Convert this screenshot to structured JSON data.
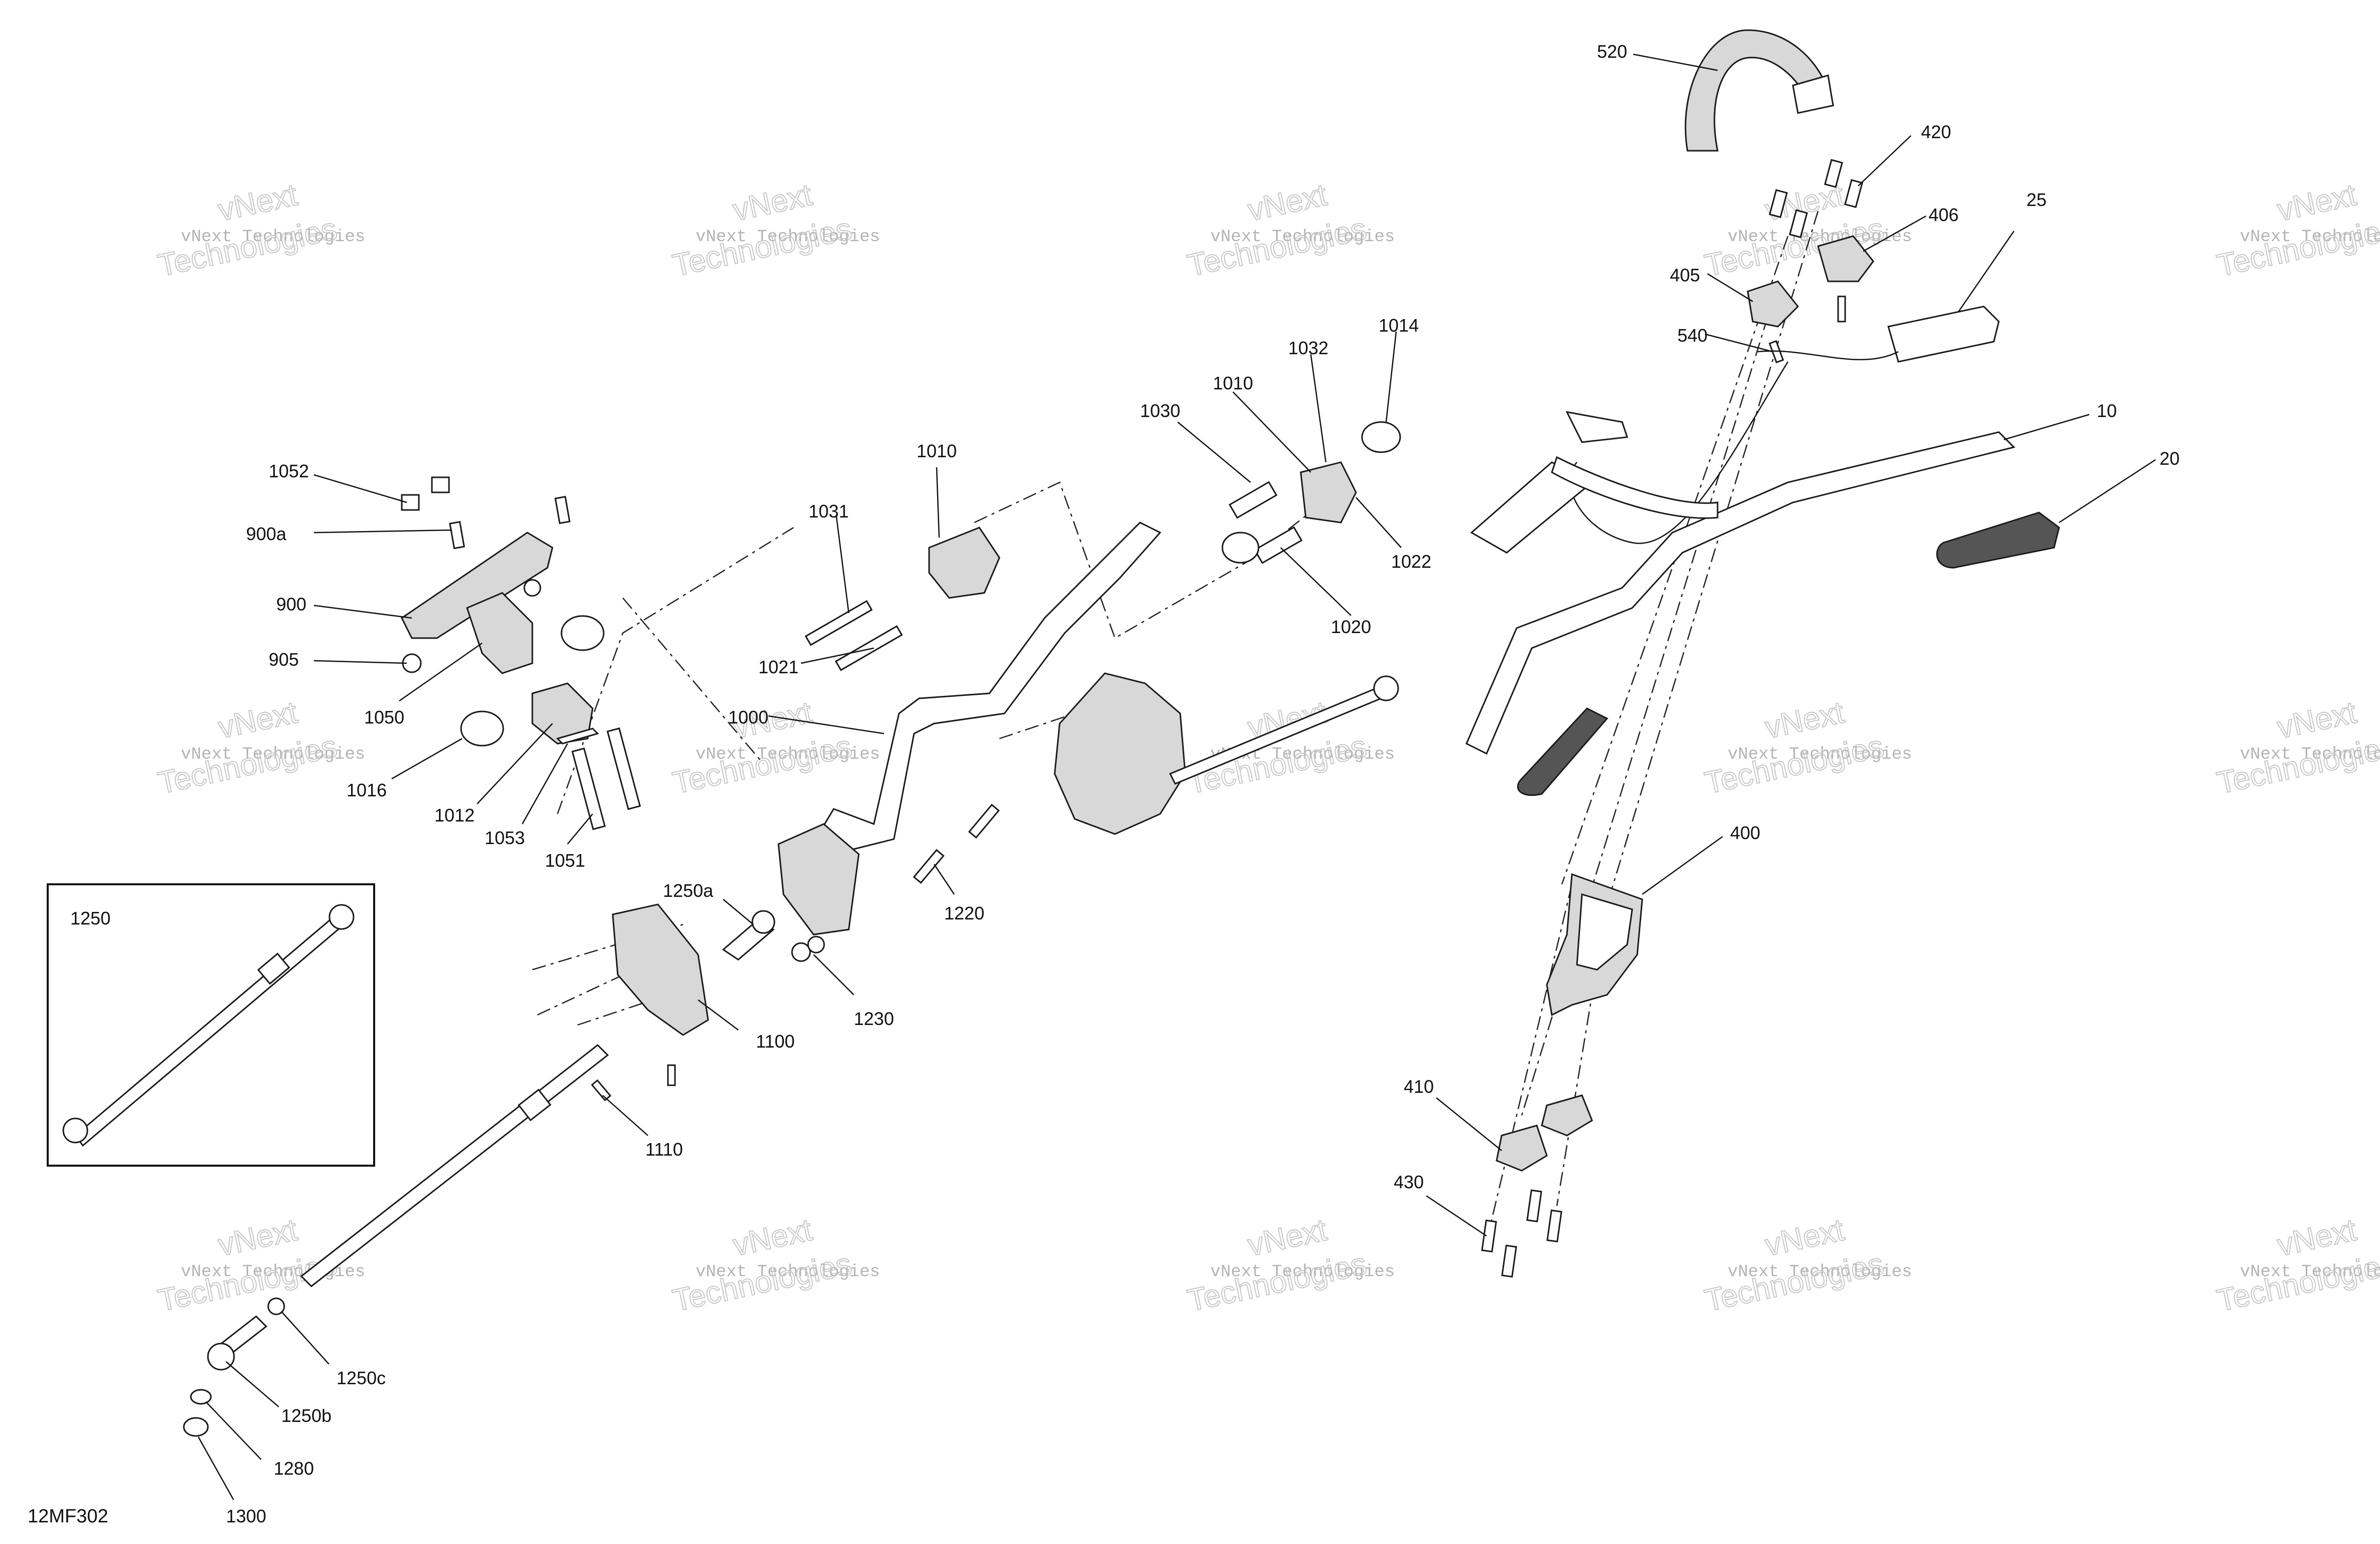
{
  "watermark": {
    "line1": "vNext",
    "line2": "vNext Technologies",
    "line3": "Technologies"
  },
  "reference_code": "12MF302",
  "inset": {
    "label": "1250"
  },
  "callouts": {
    "c520": "520",
    "c420": "420",
    "c406": "406",
    "c25": "25",
    "c405": "405",
    "c540": "540",
    "c10": "10",
    "c20": "20",
    "c1014": "1014",
    "c1032": "1032",
    "c1010a": "1010",
    "c1030": "1030",
    "c1022": "1022",
    "c1020": "1020",
    "c1010b": "1010",
    "c1031": "1031",
    "c1021": "1021",
    "c1000": "1000",
    "c1052": "1052",
    "c900a": "900a",
    "c900": "900",
    "c905": "905",
    "c1050": "1050",
    "c1016": "1016",
    "c1012": "1012",
    "c1053": "1053",
    "c1051": "1051",
    "c1250a": "1250a",
    "c1220": "1220",
    "c1230": "1230",
    "c1100": "1100",
    "c1110": "1110",
    "c400": "400",
    "c410": "410",
    "c430": "430",
    "c1250c": "1250c",
    "c1250b": "1250b",
    "c1280": "1280",
    "c1300": "1300"
  }
}
